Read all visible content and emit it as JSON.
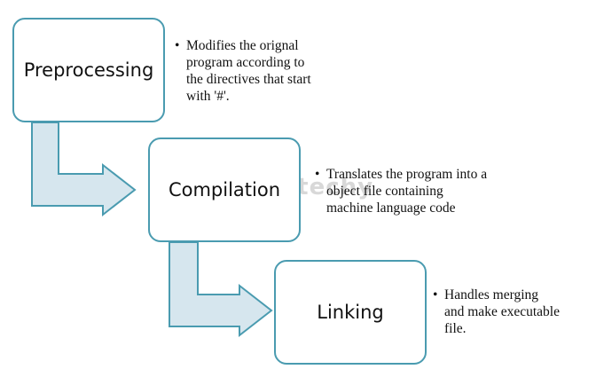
{
  "stages": [
    {
      "label": "Preprocessing"
    },
    {
      "label": "Compilation"
    },
    {
      "label": "Linking"
    }
  ],
  "notes": [
    {
      "bullet": "•",
      "lines": [
        "Modifies the orignal",
        "program according to",
        "the directives that start",
        "with '#'."
      ]
    },
    {
      "bullet": "•",
      "lines": [
        "Translates the program into a",
        "object file containing",
        "machine language code"
      ]
    },
    {
      "bullet": "•",
      "lines": [
        "Handles merging",
        "and make executable",
        "file."
      ]
    }
  ],
  "watermark": "wikitechy",
  "colors": {
    "box_border": "#4a9bb0",
    "arrow_fill": "#d6e6ee",
    "arrow_stroke": "#4a9bb0"
  }
}
